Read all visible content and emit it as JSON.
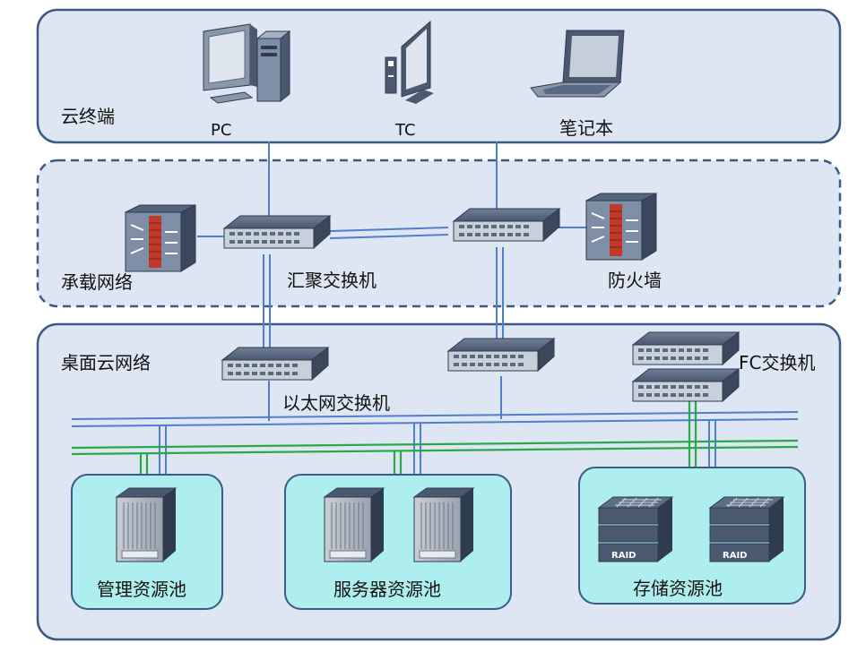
{
  "zones": {
    "cloud_terminal": "云终端",
    "bearer_network": "承载网络",
    "desktop_cloud_network": "桌面云网络"
  },
  "devices": {
    "pc": "PC",
    "tc": "TC",
    "laptop": "笔记本",
    "aggregation_switch": "汇聚交换机",
    "firewall": "防火墙",
    "ethernet_switch": "以太网交换机",
    "fc_switch": "FC交换机",
    "raid": "RAID"
  },
  "pools": {
    "management": "管理资源池",
    "server": "服务器资源池",
    "storage": "存储资源池"
  },
  "colors": {
    "zone_fill": "#dde6f2",
    "zone_border": "#3b5a85",
    "pool_fill": "#aeeeee",
    "ethernet_line": "#4f7fc8",
    "fc_line": "#2aa84a"
  }
}
